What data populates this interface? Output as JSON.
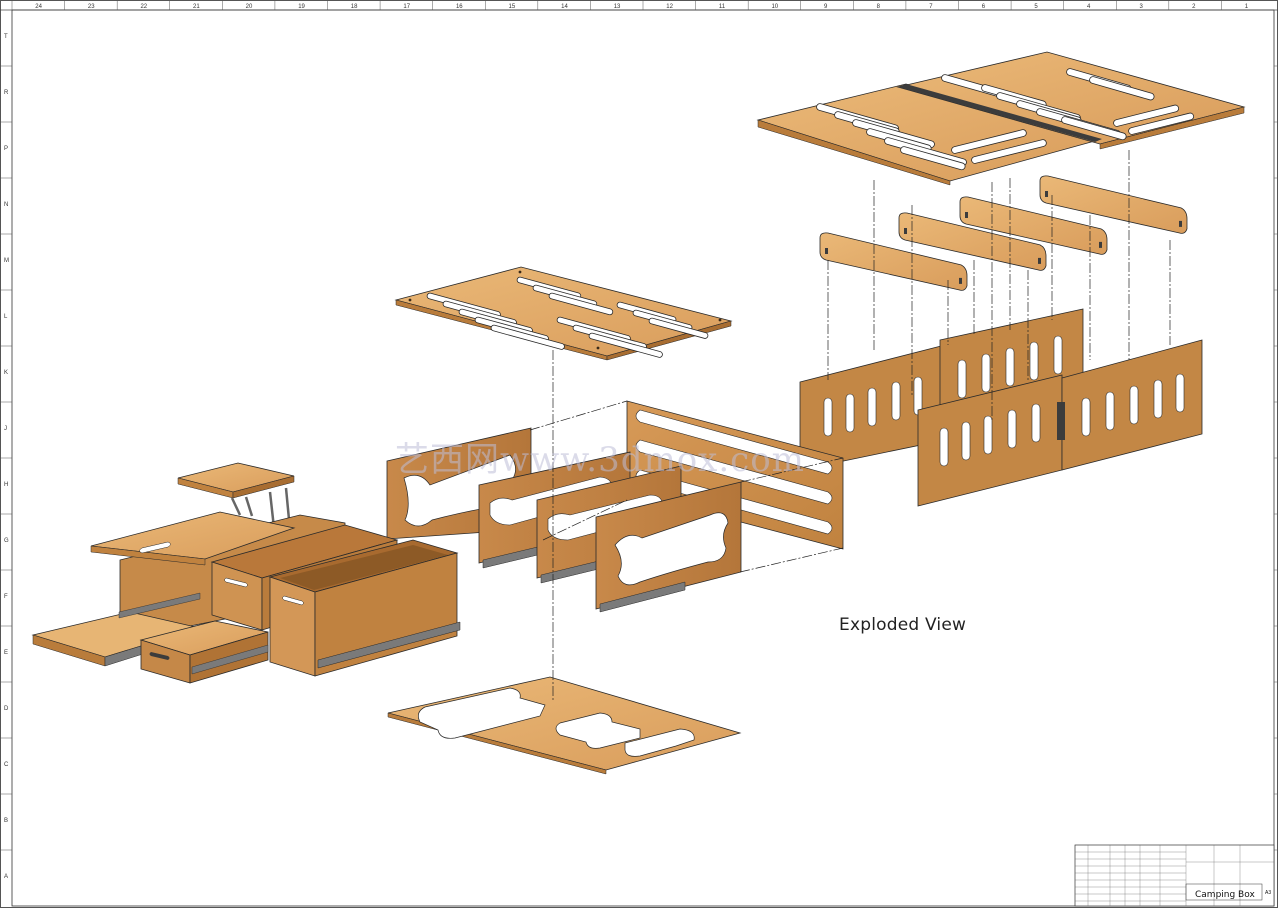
{
  "drawing": {
    "view_label": "Exploded View",
    "watermark": "艺西网www.3dmox.com",
    "title_block": {
      "title": "Camping Box",
      "sheet_size": "A3"
    },
    "border": {
      "top_numbers": [
        "24",
        "23",
        "22",
        "21",
        "20",
        "19",
        "18",
        "17",
        "16",
        "15",
        "14",
        "13",
        "12",
        "11",
        "10",
        "9",
        "8",
        "7",
        "6",
        "5",
        "4",
        "3",
        "2",
        "1"
      ],
      "left_letters": [
        "T",
        "R",
        "P",
        "N",
        "M",
        "L",
        "K",
        "J",
        "H",
        "G",
        "F",
        "E",
        "D",
        "C",
        "B",
        "A"
      ]
    }
  },
  "colors": {
    "wood_top": "#e3ad6c",
    "wood_face": "#c98d4a",
    "wood_edge": "#a96d2e",
    "wood_dark": "#8d5a26",
    "metal": "#7a7a7a",
    "line": "#2a2a2a"
  }
}
